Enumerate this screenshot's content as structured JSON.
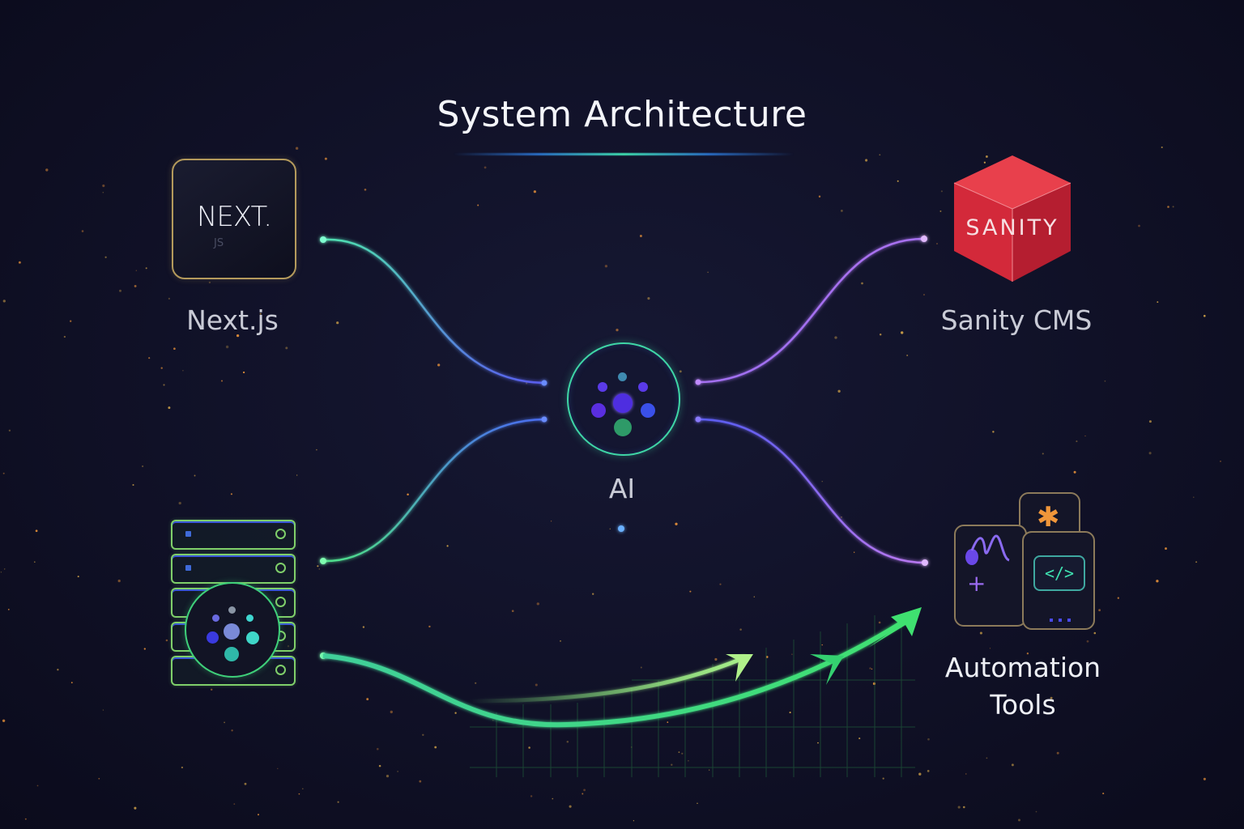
{
  "title": "System Architecture",
  "nodes": {
    "nextjs": {
      "logo_text": "NEXT.",
      "logo_subtext": "JS",
      "label": "Next.js"
    },
    "sanity": {
      "logo_text": "SANITY",
      "label": "Sanity CMS"
    },
    "ai": {
      "label": "AI"
    },
    "database": {
      "label": ""
    },
    "automation": {
      "label_line1": "Automation",
      "label_line2": "Tools",
      "code_glyph": "</>"
    }
  },
  "connections": [
    {
      "from": "nextjs",
      "to": "ai"
    },
    {
      "from": "sanity",
      "to": "ai"
    },
    {
      "from": "database",
      "to": "ai"
    },
    {
      "from": "automation",
      "to": "ai"
    },
    {
      "from": "database",
      "to": "automation",
      "style": "arrow"
    }
  ],
  "colors": {
    "background": "#111229",
    "accent_green": "#3fe08a",
    "accent_purple": "#9a6bf0",
    "accent_blue": "#4a6cf0",
    "sanity_red": "#d9303f",
    "star_orange": "#f0963a"
  }
}
